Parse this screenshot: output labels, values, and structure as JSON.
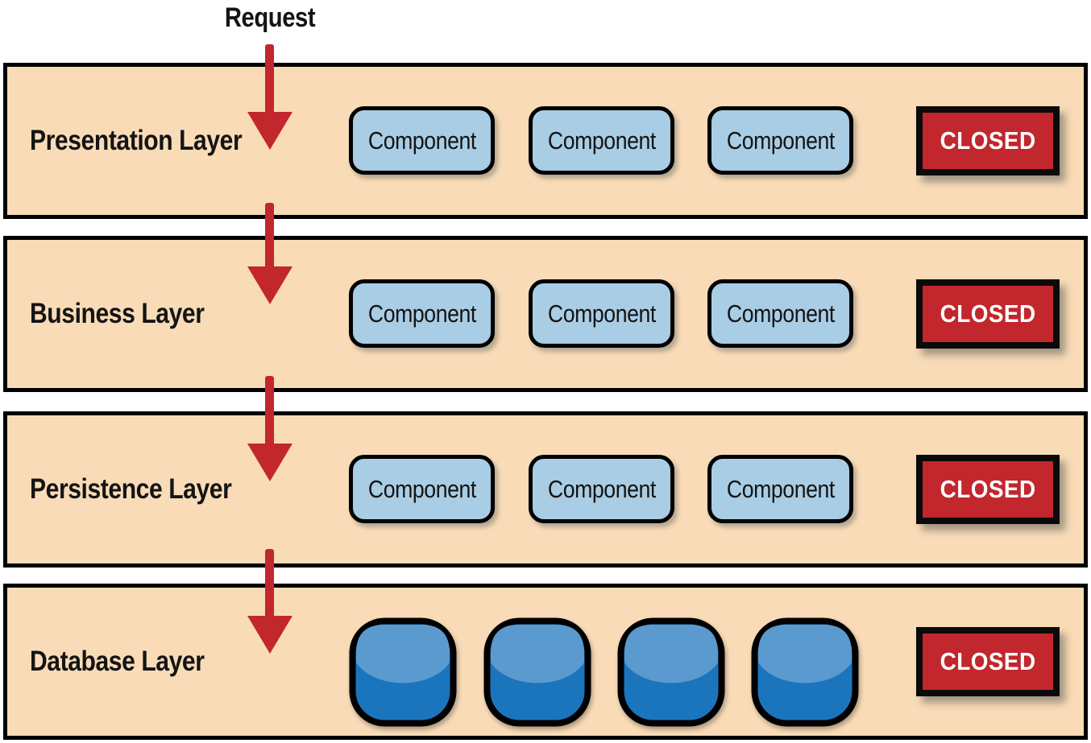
{
  "diagram": {
    "request_label": "Request",
    "layers": [
      {
        "name": "Presentation Layer",
        "components": [
          "Component",
          "Component",
          "Component"
        ],
        "closed_label": "CLOSED"
      },
      {
        "name": "Business Layer",
        "components": [
          "Component",
          "Component",
          "Component"
        ],
        "closed_label": "CLOSED"
      },
      {
        "name": "Persistence Layer",
        "components": [
          "Component",
          "Component",
          "Component"
        ],
        "closed_label": "CLOSED"
      },
      {
        "name": "Database Layer",
        "database_count": 4,
        "closed_label": "CLOSED"
      }
    ],
    "colors": {
      "layer_fill": "#F9DCB7",
      "layer_border": "#000000",
      "component_fill": "#A9CDE4",
      "closed_fill": "#C1272D",
      "closed_text": "#FFFFFF",
      "arrow": "#C1272D",
      "database_dark": "#1B75BC",
      "database_light": "#5B9ACF"
    }
  }
}
